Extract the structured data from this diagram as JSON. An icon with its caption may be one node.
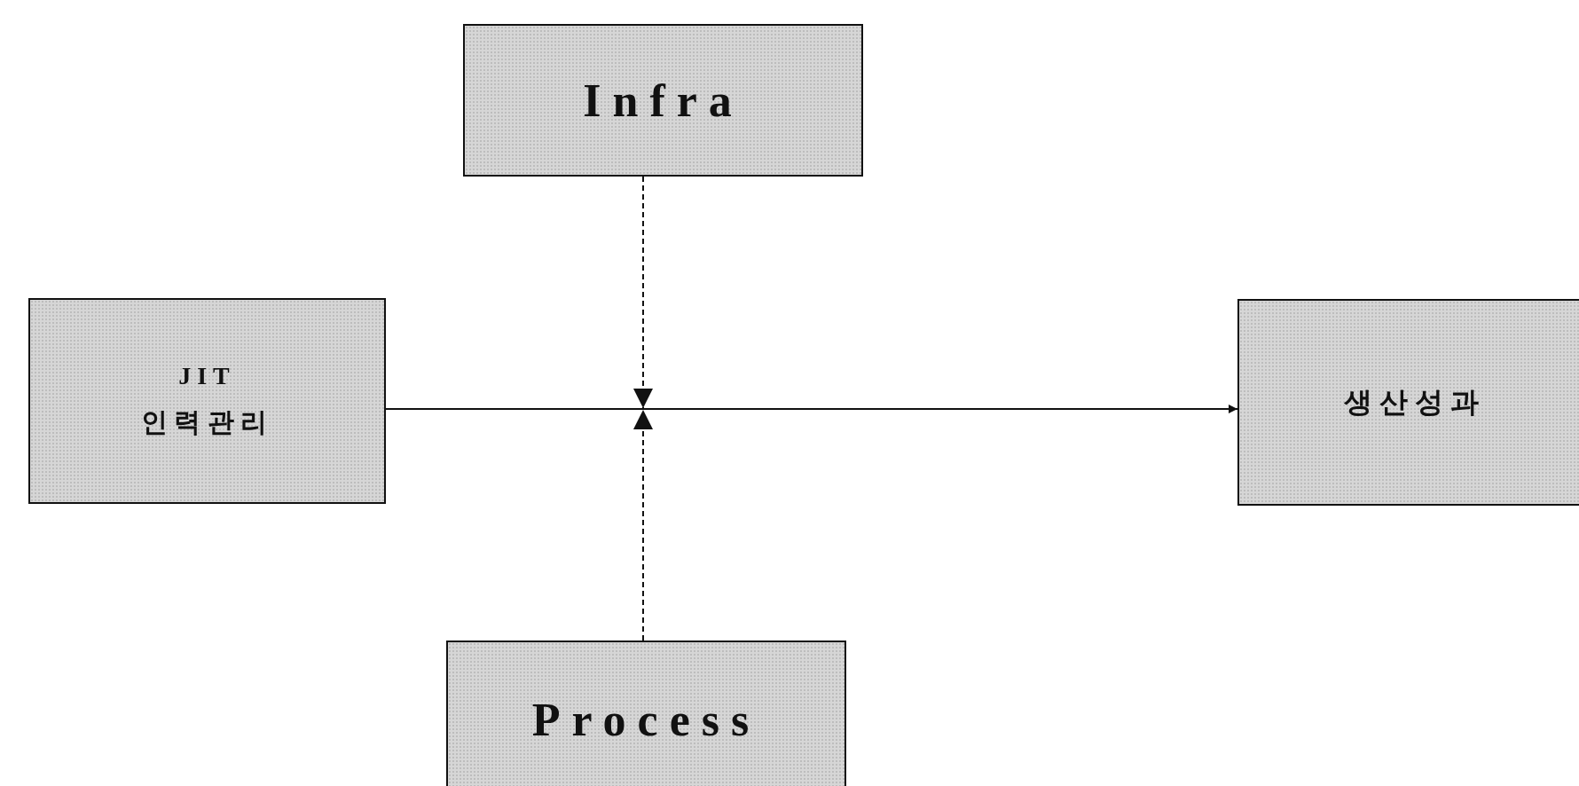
{
  "diagram": {
    "nodes": [
      {
        "text": [
          "JIT",
          "인력관리"
        ]
      },
      {
        "text": [
          "Infra"
        ]
      },
      {
        "text": [
          "Process"
        ]
      },
      {
        "text": [
          "생산성과"
        ]
      }
    ],
    "edges": [
      {
        "from": 0,
        "to": 3,
        "arrow": "to"
      },
      {
        "from": 1,
        "to": null,
        "arrow": "to",
        "style": "dashed"
      },
      {
        "from": 2,
        "to": null,
        "arrow": "to",
        "style": "dashed"
      }
    ]
  }
}
